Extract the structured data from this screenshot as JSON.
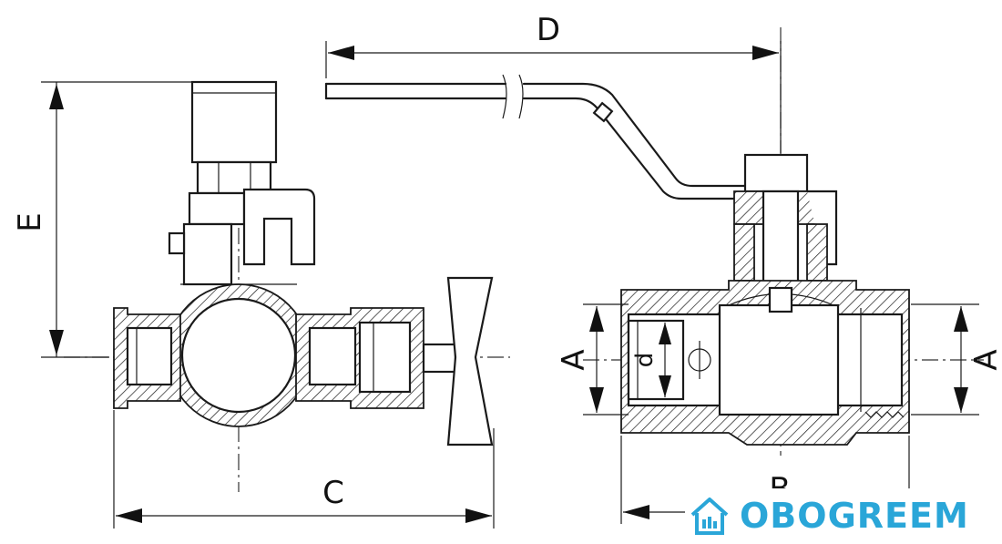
{
  "dimensions": {
    "a_left": "A",
    "d": "d",
    "a_right": "A",
    "e": "E",
    "c": "C",
    "d_top": "D",
    "b": "B"
  },
  "logo": {
    "text": "OBOGREEM",
    "icon": "house-icon",
    "color": "#2aa6d8"
  }
}
